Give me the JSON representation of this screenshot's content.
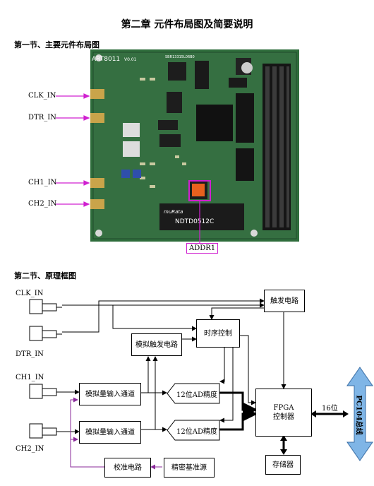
{
  "chapter_title": "第二章  元件布局图及简要说明",
  "section1": {
    "heading": "第一节、主要元件布局图",
    "labels": {
      "clk_in": "CLK_IN",
      "dtr_in": "DTR_IN",
      "ch1_in": "CH1_IN",
      "ch2_in": "CH2_IN",
      "addr1": "ADDR1"
    },
    "board": {
      "model": "ART8011",
      "version": "V0.01",
      "chip_text": "NDTD0512C",
      "murata": "muRata",
      "serial": "SBR13315L06B0"
    }
  },
  "section2": {
    "heading": "第二节、原理框图",
    "labels": {
      "clk_in": "CLK_IN",
      "dtr_in": "DTR_IN",
      "ch1_in": "CH1_IN",
      "ch2_in": "CH2_IN"
    },
    "blocks": {
      "trigger_circuit": "触发电路",
      "timing_control": "时序控制",
      "analog_trigger": "模拟触发电路",
      "analog_input_1": "模拟量输入通道",
      "analog_input_2": "模拟量输入通道",
      "ad_1": "12位AD精度",
      "ad_2": "12位AD精度",
      "fpga_line1": "FPGA",
      "fpga_line2": "控制器",
      "storage": "存储器",
      "calibration": "校准电路",
      "reference": "精密基准源",
      "bus": "PC104总线",
      "bus_width": "16位"
    }
  },
  "colors": {
    "magenta": "#d020d0",
    "purple": "#8a2a9a",
    "bus_blue": "#7fb5e6",
    "pcb_green": "#2d6b3a"
  }
}
